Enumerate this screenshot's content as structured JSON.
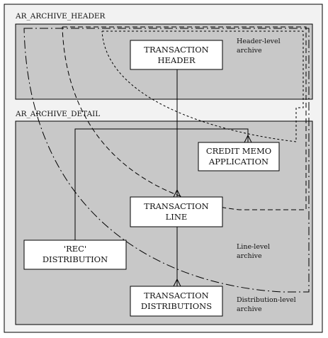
{
  "colors": {
    "frame_fill": "#f2f2f2",
    "area_fill": "#c8c8c8",
    "box_fill": "#ffffff",
    "stroke": "#000000"
  },
  "areas": {
    "header": {
      "label": "AR_ARCHIVE_HEADER"
    },
    "detail": {
      "label": "AR_ARCHIVE_DETAIL"
    }
  },
  "boxes": {
    "transaction_header": {
      "line1": "TRANSACTION",
      "line2": "HEADER"
    },
    "credit_memo": {
      "line1": "CREDIT MEMO",
      "line2": "APPLICATION"
    },
    "transaction_line": {
      "line1": "TRANSACTION",
      "line2": "LINE"
    },
    "rec_distribution": {
      "line1": "'REC'",
      "line2": "DISTRIBUTION"
    },
    "transaction_distributions": {
      "line1": "TRANSACTION",
      "line2": "DISTRIBUTIONS"
    }
  },
  "notes": {
    "header_level": {
      "line1": "Header-level",
      "line2": "archive"
    },
    "line_level": {
      "line1": "Line-level",
      "line2": "archive"
    },
    "distribution_level": {
      "line1": "Distribution-level",
      "line2": "archive"
    }
  }
}
